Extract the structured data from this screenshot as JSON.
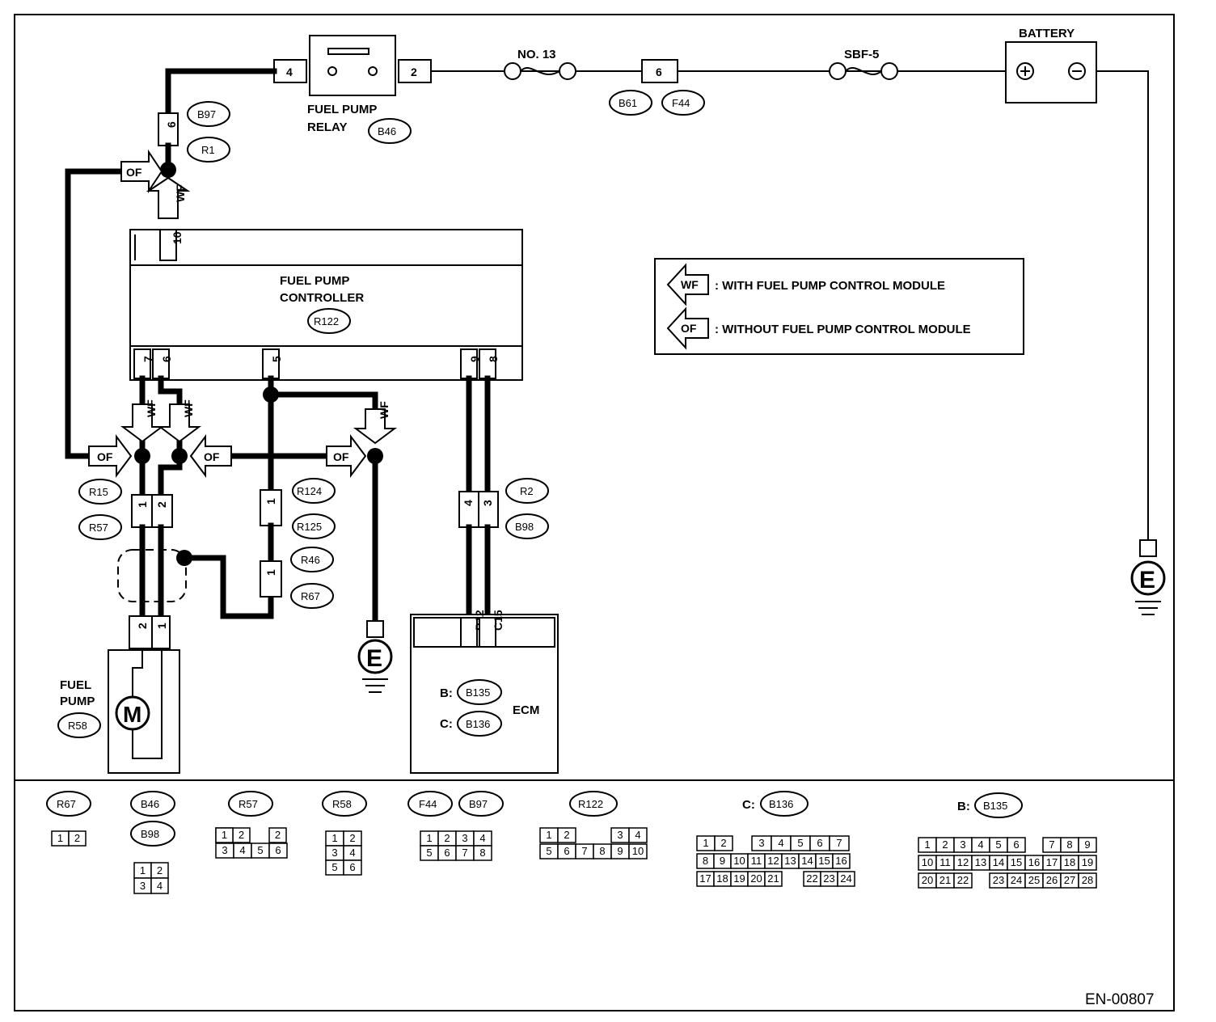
{
  "battery": {
    "label": "BATTERY",
    "plus": "+",
    "minus": "−"
  },
  "fuses": {
    "no13": "NO. 13",
    "sbf5": "SBF-5"
  },
  "relay": {
    "line1": "FUEL PUMP",
    "line2": "RELAY",
    "code": "B46",
    "pin_in": "4",
    "pin_out": "2"
  },
  "connectors": {
    "c6_top": "6",
    "b61": "B61",
    "f44": "F44",
    "b97": "B97",
    "r1": "R1",
    "r15": "R15",
    "r57": "R57",
    "r124": "R124",
    "r125": "R125",
    "r46": "R46",
    "r67": "R67",
    "r2": "R2",
    "b98": "B98"
  },
  "controller": {
    "line1": "FUEL PUMP",
    "line2": "CONTROLLER",
    "code": "R122",
    "pin_top": "10",
    "pins_bottom": [
      "7",
      "6",
      "5",
      "9",
      "8"
    ]
  },
  "junction_pins": {
    "r15_1": "1",
    "r15_2": "2",
    "r124_1": "1",
    "r46_1": "1",
    "r2_4": "4",
    "r2_3": "3",
    "b97_6": "6"
  },
  "arrows": {
    "wf": "WF",
    "of": "OF"
  },
  "legend": {
    "wf": "WF",
    "wf_text": ": WITH FUEL PUMP CONTROL MODULE",
    "of": "OF",
    "of_text": ": WITHOUT FUEL PUMP CONTROL MODULE"
  },
  "pump": {
    "line1": "FUEL",
    "line2": "PUMP",
    "code": "R58",
    "motor": "M",
    "pin_a": "2",
    "pin_b": "1"
  },
  "ecm": {
    "label": "ECM",
    "b_prefix": "B:",
    "b_code": "B135",
    "c_prefix": "C:",
    "c_code": "B136",
    "pin_b12": "B12",
    "pin_c15": "C15"
  },
  "ground": {
    "symbol": "E"
  },
  "bottom": {
    "r67": "R67",
    "b46": "B46",
    "b98": "B98",
    "r57": "R57",
    "r58": "R58",
    "f44": "F44",
    "b97": "B97",
    "r122": "R122",
    "c_prefix": "C:",
    "b136": "B136",
    "b_prefix": "B:",
    "b135": "B135",
    "r67_pins": [
      "1",
      "2"
    ],
    "b46_pins": [
      "1",
      "2",
      "3",
      "4"
    ],
    "r57_pins": [
      "1",
      "2",
      "3",
      "4",
      "5",
      "6"
    ],
    "r58_pins": [
      "1",
      "2",
      "3",
      "4",
      "5",
      "6"
    ],
    "f44_pins": [
      "1",
      "2",
      "3",
      "4",
      "5",
      "6",
      "7",
      "8"
    ],
    "r122_pins": [
      "1",
      "2",
      "3",
      "4",
      "5",
      "6",
      "7",
      "8",
      "9",
      "10"
    ],
    "b136_rows": [
      [
        "1",
        "2",
        "3",
        "4",
        "5",
        "6",
        "7"
      ],
      [
        "8",
        "9",
        "10",
        "11",
        "12",
        "13",
        "14",
        "15",
        "16"
      ],
      [
        "17",
        "18",
        "19",
        "20",
        "21",
        "22",
        "23",
        "24"
      ]
    ],
    "b135_rows": [
      [
        "1",
        "2",
        "3",
        "4",
        "5",
        "6",
        "7",
        "8",
        "9"
      ],
      [
        "10",
        "11",
        "12",
        "13",
        "14",
        "15",
        "16",
        "17",
        "18",
        "19"
      ],
      [
        "20",
        "21",
        "22",
        "23",
        "24",
        "25",
        "26",
        "27",
        "28"
      ]
    ]
  },
  "figure_id": "EN-00807"
}
